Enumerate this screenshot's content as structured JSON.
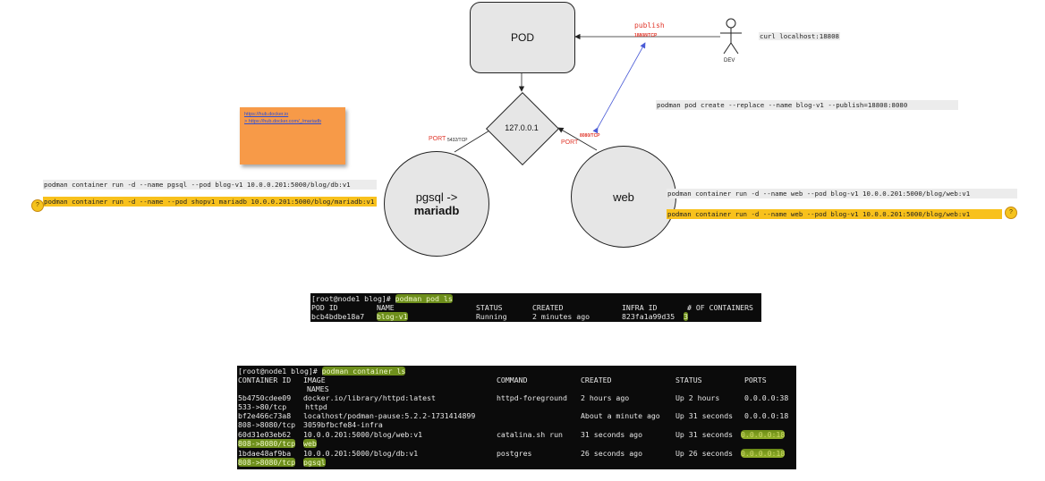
{
  "pod": {
    "label": "POD"
  },
  "loopback": {
    "label": "127.0.0.1"
  },
  "pgsql_node": {
    "line1": "pgsql ->",
    "line2": "mariadb"
  },
  "web_node": {
    "label": "web"
  },
  "publish": {
    "label": "publish",
    "port": "18808/TCP"
  },
  "dev": {
    "label": "DEV",
    "curl": "curl localhost:18808"
  },
  "pod_create_cmd": "podman pod create --replace --name blog-v1 --publish=18808:8080",
  "left_port": {
    "label": "PORT",
    "port": "5432/TCP"
  },
  "right_port": {
    "label": "PORT",
    "port": "8080/TCP"
  },
  "note": {
    "link1": "https://hub.docker.io",
    "link2": "> https://hub.docker.com/_/mariadb"
  },
  "commands": {
    "pgsql_grey": "podman container run -d --name pgsql --pod blog-v1 10.0.0.201:5000/blog/db:v1",
    "pgsql_yellow": "podman container run -d --name --pod shopv1 mariadb 10.0.0.201:5000/blog/mariadb:v1",
    "web_grey": "podman container run -d --name web --pod blog-v1 10.0.0.201:5000/blog/web:v1",
    "web_yellow": "podman container run -d --name web --pod blog-v1 10.0.0.201:5000/blog/web:v1"
  },
  "terminal_pods": {
    "prompt": "[root@node1 blog]# ",
    "command": "podman pod ls",
    "headers": [
      "POD ID",
      "NAME",
      "STATUS",
      "CREATED",
      "INFRA ID",
      "# OF CONTAINERS"
    ],
    "row": [
      "bcb4bdbe18a7",
      "blog-v1",
      "Running",
      "2 minutes ago",
      "823fa1a99d35",
      "3"
    ]
  },
  "terminal_containers": {
    "prompt": "[root@node1 blog]# ",
    "command": "podman container ls",
    "headers": [
      "CONTAINER ID",
      "IMAGE",
      "COMMAND",
      "CREATED",
      "STATUS",
      "PORTS"
    ],
    "header_names": "NAMES",
    "rows": [
      {
        "id": "5b4750cdee09",
        "image": "docker.io/library/httpd:latest",
        "command": "httpd-foreground",
        "created": "2 hours ago",
        "status": "Up 2 hours",
        "ports": "0.0.0.0:38",
        "cont": "533->80/tcp",
        "name": "httpd"
      },
      {
        "id": "bf2e466c73a8",
        "image": "localhost/podman-pause:5.2.2-1731414899",
        "command": "",
        "created": "About a minute ago",
        "status": "Up 31 seconds",
        "ports": "0.0.0.0:18",
        "cont": "808->8080/tcp",
        "name": "3059bfbcfe84-infra"
      },
      {
        "id": "60d31e03eb62",
        "image": "10.0.0.201:5000/blog/web:v1",
        "command": "catalina.sh run",
        "created": "31 seconds ago",
        "status": "Up 31 seconds",
        "ports": "0.0.0.0:18",
        "cont": "808->8080/tcp",
        "name": "web"
      },
      {
        "id": "1bdae48af9ba",
        "image": "10.0.0.201:5000/blog/db:v1",
        "command": "postgres",
        "created": "26 seconds ago",
        "status": "Up 26 seconds",
        "ports": "0.0.0.0:18",
        "cont": "808->8080/tcp",
        "name": "pgsql"
      }
    ]
  },
  "colors": {
    "node_fill": "#e6e6e6",
    "highlight_yellow": "#f8c11c",
    "port_red": "#e0382c",
    "note_orange": "#f79a48",
    "terminal_bg": "#0b0b0b",
    "link_blue": "#2d4fd6"
  }
}
